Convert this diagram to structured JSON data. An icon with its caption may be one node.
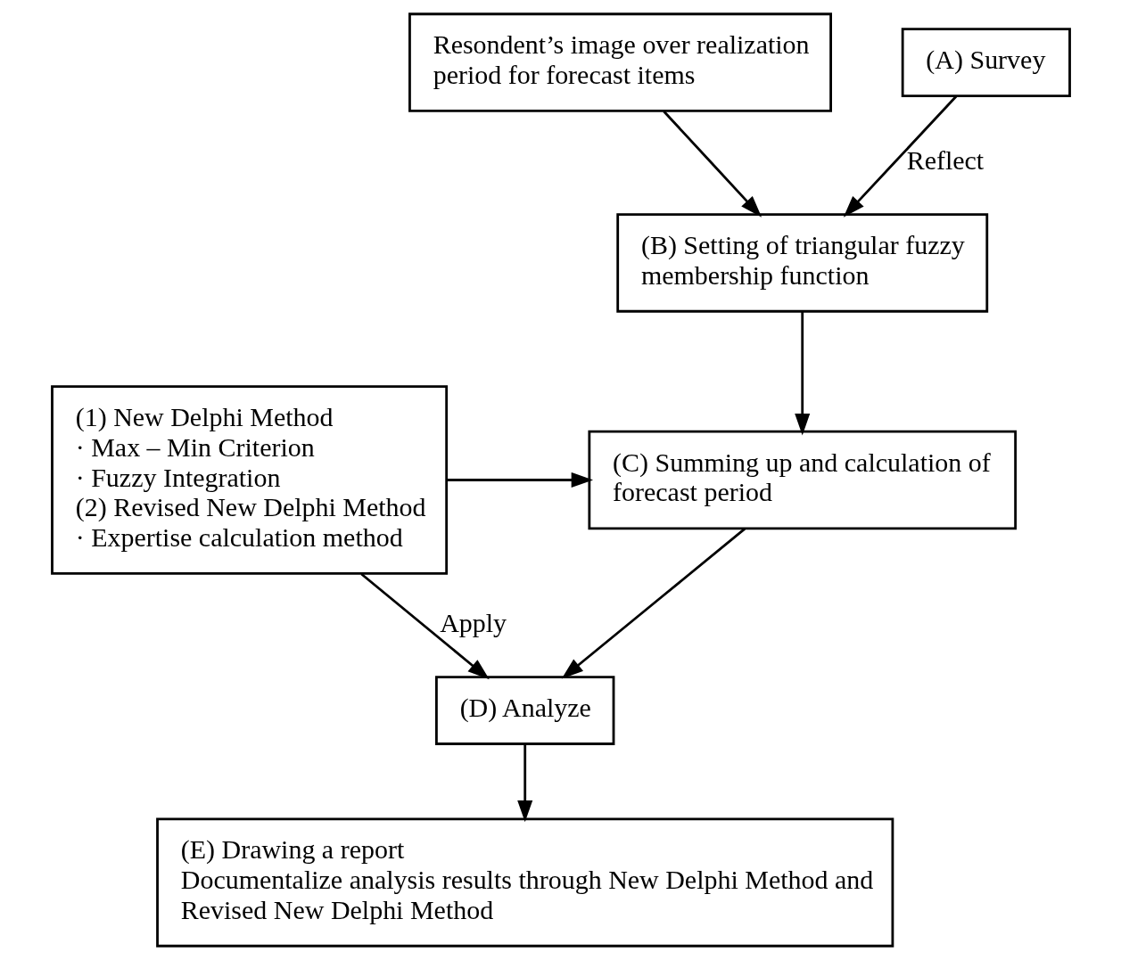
{
  "diagram": {
    "nodes": [
      {
        "text": [
          "Resondent’s image over realization period for forecast items"
        ]
      },
      {
        "text": [
          "(A) Survey"
        ]
      },
      {
        "text": [
          "(B) Setting of triangular fuzzy membership function"
        ]
      },
      {
        "text": [
          "(C) Summing up and calculation of forecast period"
        ]
      },
      {
        "text": [
          "(D) Analyze"
        ]
      },
      {
        "text": [
          "(E) Drawing a report",
          "Documentalize analysis results through New Delphi Method and Revised New Delphi Method"
        ]
      },
      {
        "text": [
          "(1) New Delphi Method",
          "· Max – Min Criterion",
          "· Fuzzy Integration",
          "(2) Revised New Delphi Method",
          "· Expertise calculation method"
        ]
      }
    ],
    "edges": [
      {
        "from": 0,
        "to": 2,
        "arrow": "to"
      },
      {
        "from": 1,
        "to": 2,
        "arrow": "to",
        "label": "Reflect"
      },
      {
        "from": 2,
        "to": 3,
        "arrow": "to"
      },
      {
        "from": 3,
        "to": 4,
        "arrow": "to"
      },
      {
        "from": 6,
        "to": 3,
        "arrow": "to"
      },
      {
        "from": 6,
        "to": 4,
        "arrow": "to",
        "label": "Apply"
      },
      {
        "from": 4,
        "to": 5,
        "arrow": "to"
      }
    ]
  }
}
